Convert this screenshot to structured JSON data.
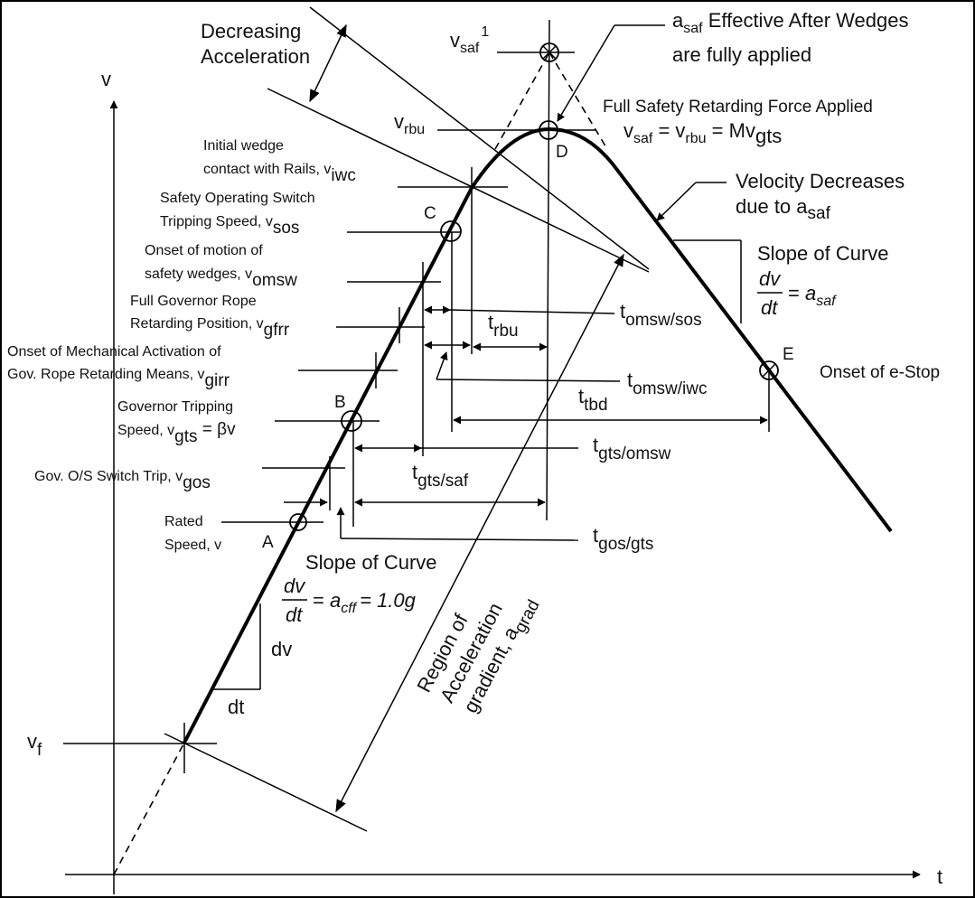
{
  "axes": {
    "v_label": "v",
    "t_label": "t"
  },
  "notes": {
    "decreasing": [
      "Decreasing",
      "Acceleration"
    ],
    "asaf_effective": [
      "a",
      "saf",
      " Effective After Wedges",
      "are fully applied"
    ],
    "full_safety": "Full Safety Retarding Force Applied",
    "vsaf_eq": [
      "v",
      "saf",
      " = v",
      "rbu",
      " = Mv",
      "gts"
    ],
    "velocity_decreases": [
      "Velocity Decreases",
      "due to a",
      "saf"
    ],
    "slope_top": {
      "title": "Slope of Curve",
      "num": "dv",
      "den": "dt",
      "rhs": "a",
      "rhs_sub": "saf"
    },
    "slope_bottom": {
      "title": "Slope of Curve",
      "num": "dv",
      "den": "dt",
      "rhs": "a",
      "rhs_sub": "cff",
      "rhs_tail": "= 1.0g"
    },
    "region": [
      "Region of",
      "Acceleration",
      "gradient, a",
      "grad"
    ],
    "dv": "dv",
    "dt": "dt",
    "onset_estop": "Onset of e-Stop"
  },
  "speed_labels": {
    "vsaf1": [
      "v",
      "saf",
      "1"
    ],
    "vrbu": [
      "v",
      "rbu"
    ],
    "iwc": [
      "Initial wedge",
      "contact with Rails, v",
      "iwc"
    ],
    "sos": [
      "Safety Operating Switch",
      "Tripping Speed, v",
      "sos"
    ],
    "omsw": [
      "Onset of motion of",
      "safety wedges, v",
      "omsw"
    ],
    "gfrr": [
      "Full Governor Rope",
      "Retarding Position, v",
      "gfrr"
    ],
    "girr": [
      "Onset of Mechanical Activation of",
      "Gov. Rope Retarding Means, v",
      "girr"
    ],
    "gts": [
      "Governor Tripping",
      "Speed, v",
      "gts",
      " = βv"
    ],
    "gos": [
      "Gov. O/S Switch Trip, v",
      "gos"
    ],
    "rated": [
      "Rated",
      "Speed, v"
    ],
    "vf": [
      "v",
      "f"
    ]
  },
  "points": [
    "A",
    "B",
    "C",
    "D",
    "E"
  ],
  "times": {
    "omsw_sos": [
      "t",
      "omsw/sos"
    ],
    "rbu": [
      "t",
      "rbu"
    ],
    "omsw_iwc": [
      "t",
      "omsw/iwc"
    ],
    "tbd": [
      "t",
      "tbd"
    ],
    "gts_omsw": [
      "t",
      "gts/omsw"
    ],
    "gts_saf": [
      "t",
      "gts/saf"
    ],
    "gos_gts": [
      "t",
      "gos/gts"
    ]
  }
}
